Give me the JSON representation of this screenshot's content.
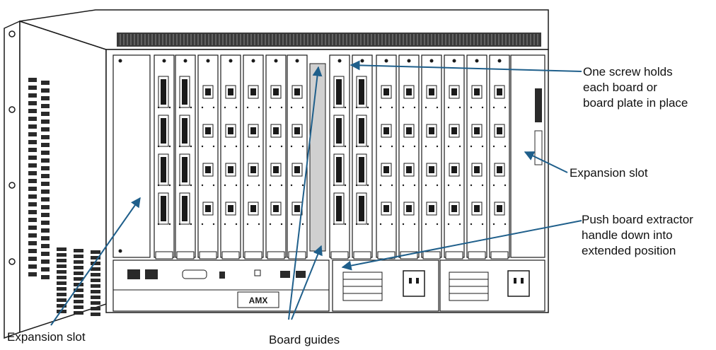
{
  "figure": {
    "brand_logo": "AMX",
    "labels": {
      "screw": [
        "One screw holds",
        "each board or",
        "board plate in place"
      ],
      "expansion_right": "Expansion slot",
      "extractor": [
        "Push board extractor",
        "handle down into",
        "extended position"
      ],
      "expansion_left": "Expansion slot",
      "board_guides": "Board guides"
    }
  },
  "colors": {
    "line": "#1a1a1a",
    "arrow": "#1f5f8b",
    "chassis_fill": "#ffffff",
    "vent": "#2a2a2a"
  }
}
